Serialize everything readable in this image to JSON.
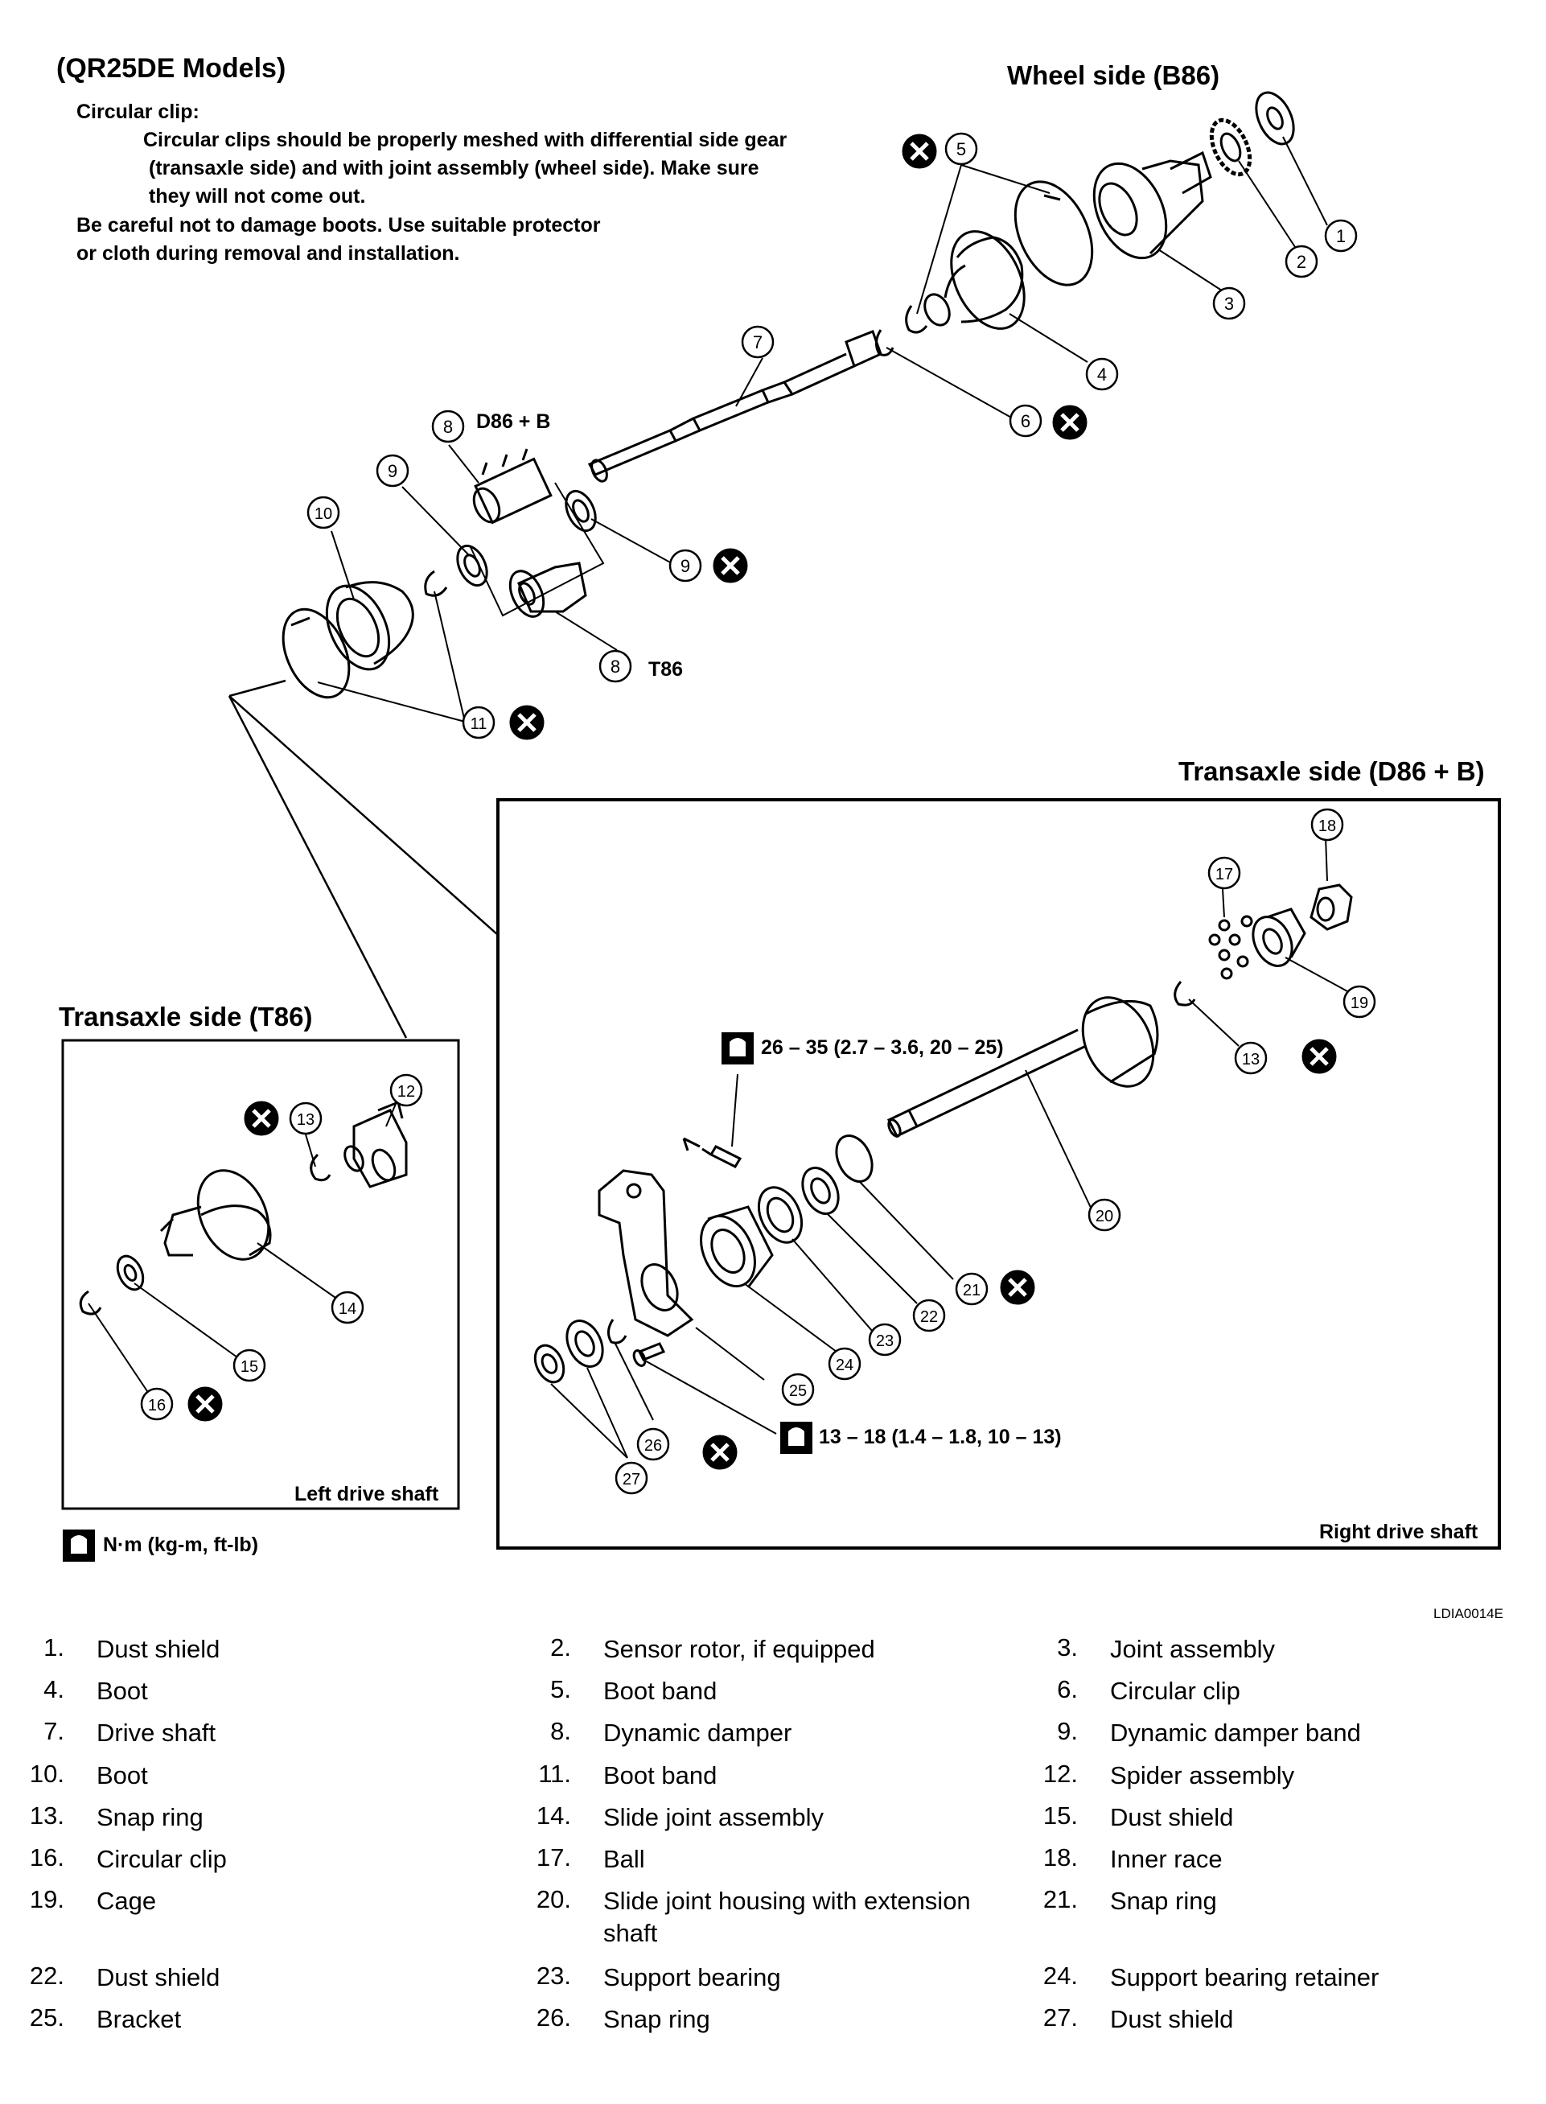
{
  "header": {
    "model_title": "(QR25DE Models)",
    "clip_heading": "Circular clip:",
    "clip_line1": "Circular clips should be properly meshed with differential side gear",
    "clip_line2": "(transaxle side) and with joint assembly (wheel side). Make sure",
    "clip_line3": "they will not come out.",
    "caution_line1": "Be careful not to damage boots. Use suitable protector",
    "caution_line2": "or cloth during removal and installation."
  },
  "sections": {
    "wheel_side": "Wheel side (B86)",
    "transaxle_d86": "Transaxle side (D86 + B)",
    "transaxle_t86": "Transaxle side (T86)",
    "left_shaft": "Left drive shaft",
    "right_shaft": "Right drive shaft"
  },
  "labels": {
    "d86b": "D86 + B",
    "t86": "T86",
    "torque_upper": "26 – 35 (2.7 – 3.6, 20 – 25)",
    "torque_lower": "13 – 18 (1.4 – 1.8, 10 – 13)",
    "torque_unit": "N·m (kg-m, ft-lb)",
    "diagram_code": "LDIA0014E"
  },
  "callouts": [
    "1",
    "2",
    "3",
    "4",
    "5",
    "6",
    "7",
    "8",
    "9",
    "10",
    "11",
    "12",
    "13",
    "14",
    "15",
    "16",
    "17",
    "18",
    "19",
    "20",
    "21",
    "22",
    "23",
    "24",
    "25",
    "26",
    "27"
  ],
  "parts": [
    {
      "num": "1.",
      "name": "Dust shield"
    },
    {
      "num": "2.",
      "name": "Sensor rotor, if equipped"
    },
    {
      "num": "3.",
      "name": "Joint assembly"
    },
    {
      "num": "4.",
      "name": "Boot"
    },
    {
      "num": "5.",
      "name": "Boot band"
    },
    {
      "num": "6.",
      "name": "Circular clip"
    },
    {
      "num": "7.",
      "name": "Drive shaft"
    },
    {
      "num": "8.",
      "name": "Dynamic damper"
    },
    {
      "num": "9.",
      "name": "Dynamic damper band"
    },
    {
      "num": "10.",
      "name": "Boot"
    },
    {
      "num": "11.",
      "name": "Boot band"
    },
    {
      "num": "12.",
      "name": "Spider assembly"
    },
    {
      "num": "13.",
      "name": "Snap ring"
    },
    {
      "num": "14.",
      "name": "Slide joint assembly"
    },
    {
      "num": "15.",
      "name": "Dust shield"
    },
    {
      "num": "16.",
      "name": "Circular clip"
    },
    {
      "num": "17.",
      "name": "Ball"
    },
    {
      "num": "18.",
      "name": "Inner race"
    },
    {
      "num": "19.",
      "name": "Cage"
    },
    {
      "num": "20.",
      "name": "Slide joint housing with extension shaft"
    },
    {
      "num": "21.",
      "name": "Snap ring"
    },
    {
      "num": "22.",
      "name": "Dust shield"
    },
    {
      "num": "23.",
      "name": "Support bearing"
    },
    {
      "num": "24.",
      "name": "Support bearing retainer"
    },
    {
      "num": "25.",
      "name": "Bracket"
    },
    {
      "num": "26.",
      "name": "Snap ring"
    },
    {
      "num": "27.",
      "name": "Dust shield"
    }
  ]
}
